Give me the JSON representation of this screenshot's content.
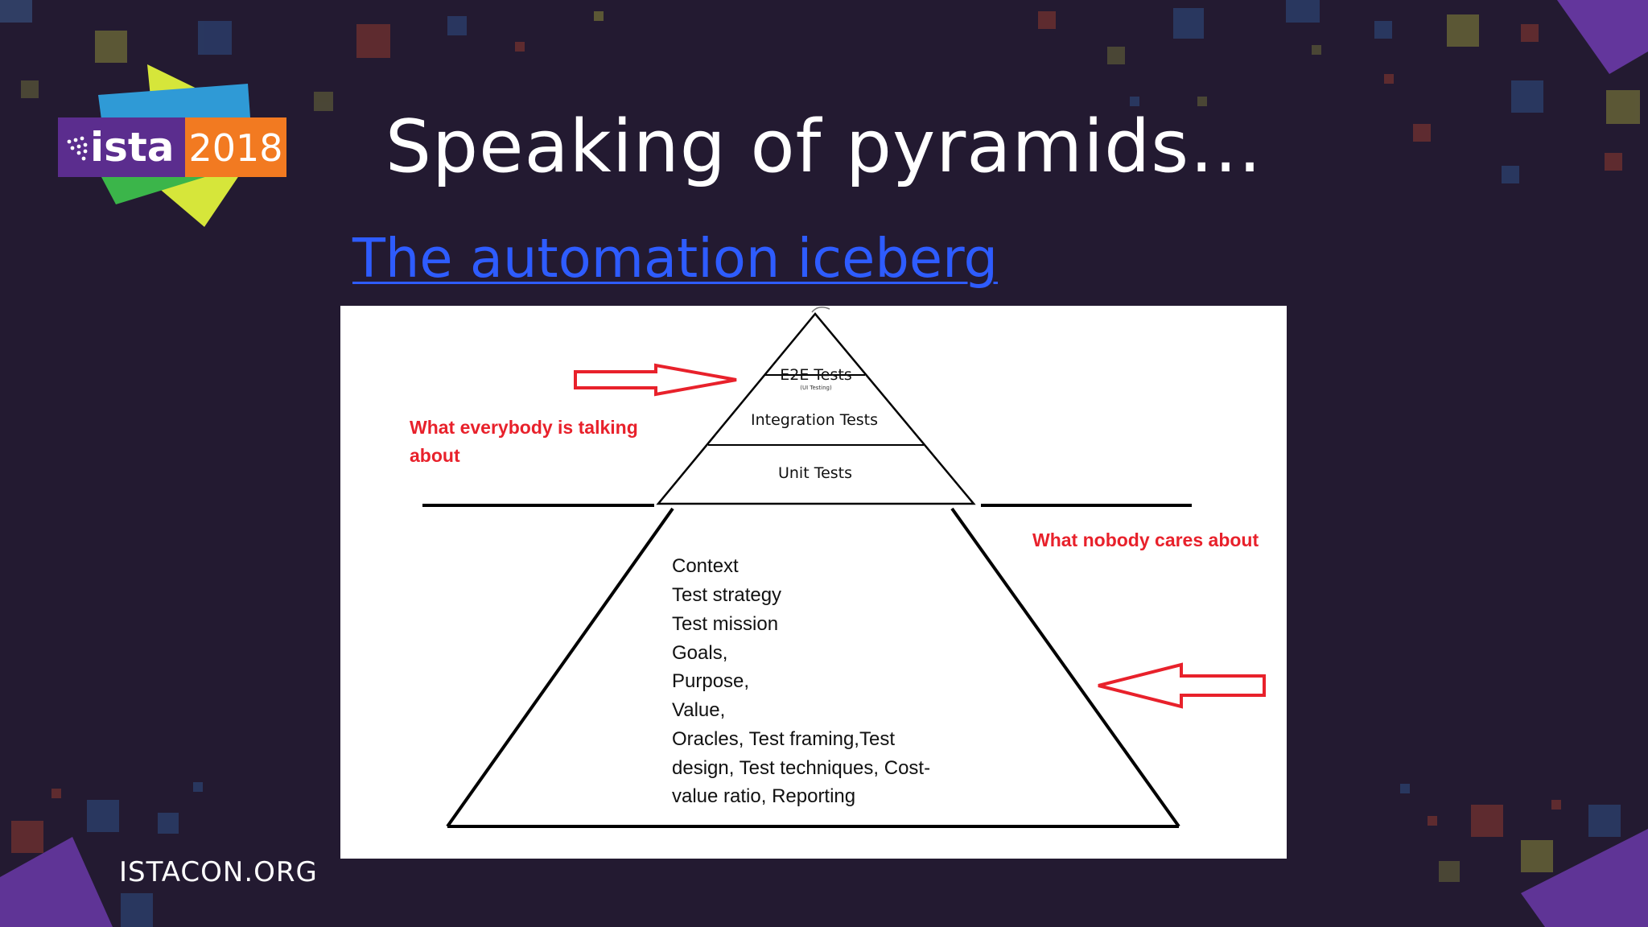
{
  "slide": {
    "title": "Speaking of pyramids…",
    "link_text": "The automation iceberg",
    "footer": "ISTACON.ORG"
  },
  "logo": {
    "brand": "ista",
    "year": "2018"
  },
  "diagram": {
    "top_layers": [
      {
        "label": "E2E Tests",
        "sublabel": "(UI Testing)"
      },
      {
        "label": "Integration Tests"
      },
      {
        "label": "Unit Tests"
      }
    ],
    "bottom_items": [
      "Context",
      "Test strategy",
      "Test mission",
      "Goals,",
      "Purpose,",
      "Value,",
      "Oracles, Test framing,Test",
      "design, Test techniques, Cost-",
      "value ratio, Reporting"
    ],
    "annotation_left_lines": [
      "What everybody is talking",
      "about"
    ],
    "annotation_right": "What nobody cares about"
  },
  "colors": {
    "background": "#231a31",
    "link": "#2e5cff",
    "annotation": "#e8212b",
    "logo_purple": "#5b2d8e",
    "logo_orange": "#f27a21"
  }
}
